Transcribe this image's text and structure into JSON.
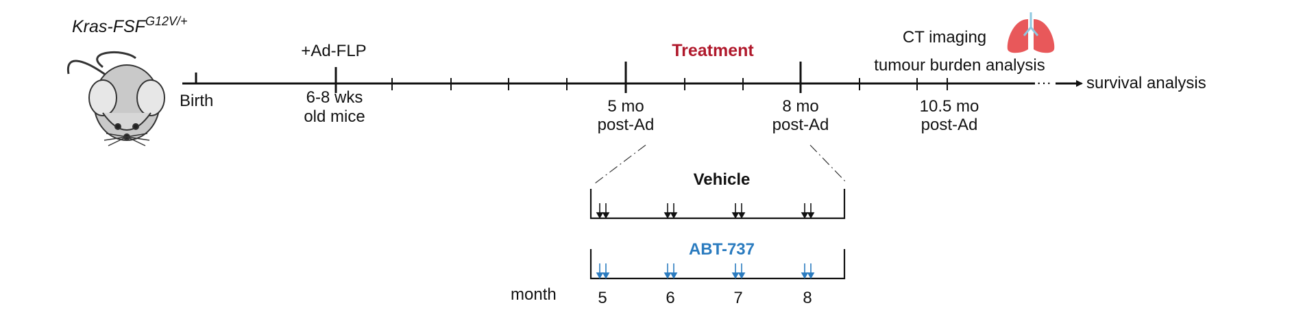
{
  "mouse": {
    "label_main": "Kras-FSF",
    "label_sup": "G12V/+"
  },
  "timeline": {
    "birth": "Birth",
    "ad_flp": "+Ad-FLP",
    "age_line1": "6-8 wks",
    "age_line2": "old mice",
    "treatment": "Treatment",
    "ct_imaging": "CT imaging",
    "tumour_burden": "tumour burden analysis",
    "survival": "survival analysis",
    "ellipsis": "···",
    "mark_5mo_line1": "5 mo",
    "mark_5mo_line2": "post-Ad",
    "mark_8mo_line1": "8 mo",
    "mark_8mo_line2": "post-Ad",
    "mark_105mo_line1": "10.5 mo",
    "mark_105mo_line2": "post-Ad"
  },
  "schedule": {
    "vehicle_label": "Vehicle",
    "abt_label": "ABT-737",
    "axis_label": "month",
    "months": [
      "5",
      "6",
      "7",
      "8"
    ]
  },
  "colors": {
    "treatment": "#b0192c",
    "abt": "#2a7bbf",
    "line": "#111111",
    "lung": "#e8585a",
    "lung_airway": "#8fc8e0"
  }
}
